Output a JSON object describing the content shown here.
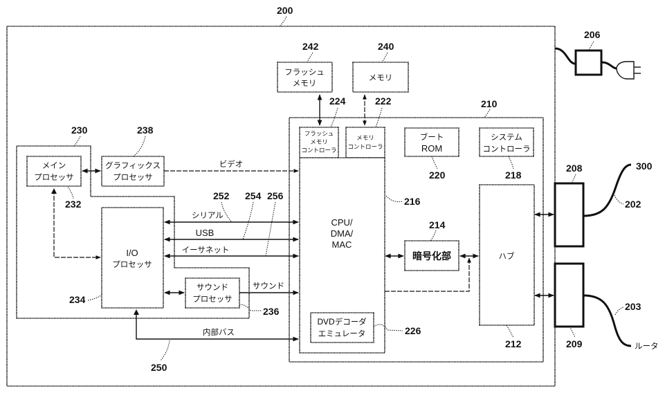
{
  "figure": {
    "system": {
      "ref": "200"
    },
    "power_adapter": {
      "ref": "206"
    },
    "main_board": {
      "ref": "210"
    },
    "blocks": {
      "flash_memory": {
        "ref": "242",
        "line1": "フラッシュ",
        "line2": "メモリ"
      },
      "memory": {
        "ref": "240",
        "line1": "メモリ"
      },
      "flash_controller": {
        "ref": "224",
        "line1": "フラッシュ",
        "line2": "メモリ",
        "line3": "コントローラ"
      },
      "memory_controller": {
        "ref": "222",
        "line1": "メモリ",
        "line2": "コントローラ"
      },
      "boot_rom": {
        "ref": "220",
        "line1": "ブート",
        "line2": "ROM"
      },
      "system_controller": {
        "ref": "218",
        "line1": "システム",
        "line2": "コントローラ"
      },
      "cpu": {
        "ref": "216",
        "line1": "CPU/",
        "line2": "DMA/",
        "line3": "MAC"
      },
      "encryption": {
        "ref": "214",
        "line1": "暗号化部"
      },
      "hub": {
        "ref": "212",
        "line1": "ハブ"
      },
      "dvd_emulator": {
        "ref": "226",
        "line1": "DVDデコーダ",
        "line2": "エミュレータ"
      },
      "processor_group": {
        "ref": "230"
      },
      "main_processor": {
        "ref": "232",
        "line1": "メイン",
        "line2": "プロセッサ"
      },
      "graphics_processor": {
        "ref": "238",
        "line1": "グラフィックス",
        "line2": "プロセッサ"
      },
      "io_processor": {
        "ref": "234",
        "line1": "I/O",
        "line2": "プロセッサ"
      },
      "sound_processor": {
        "ref": "236",
        "line1": "サウンド",
        "line2": "プロセッサ"
      },
      "port_208": {
        "ref": "208"
      },
      "port_209": {
        "ref": "209"
      }
    },
    "buses": {
      "video": "ビデオ",
      "serial": {
        "label": "シリアル",
        "ref": "252"
      },
      "usb": {
        "label": "USB",
        "ref": "254"
      },
      "ethernet": {
        "label": "イーサネット",
        "ref": "256"
      },
      "sound": "サウンド",
      "internal": {
        "label": "内部バス",
        "ref": "250"
      }
    },
    "cables": {
      "cable_202": {
        "ref": "202",
        "end_ref": "300"
      },
      "cable_203": {
        "ref": "203",
        "end_label": "ルータ"
      }
    }
  }
}
